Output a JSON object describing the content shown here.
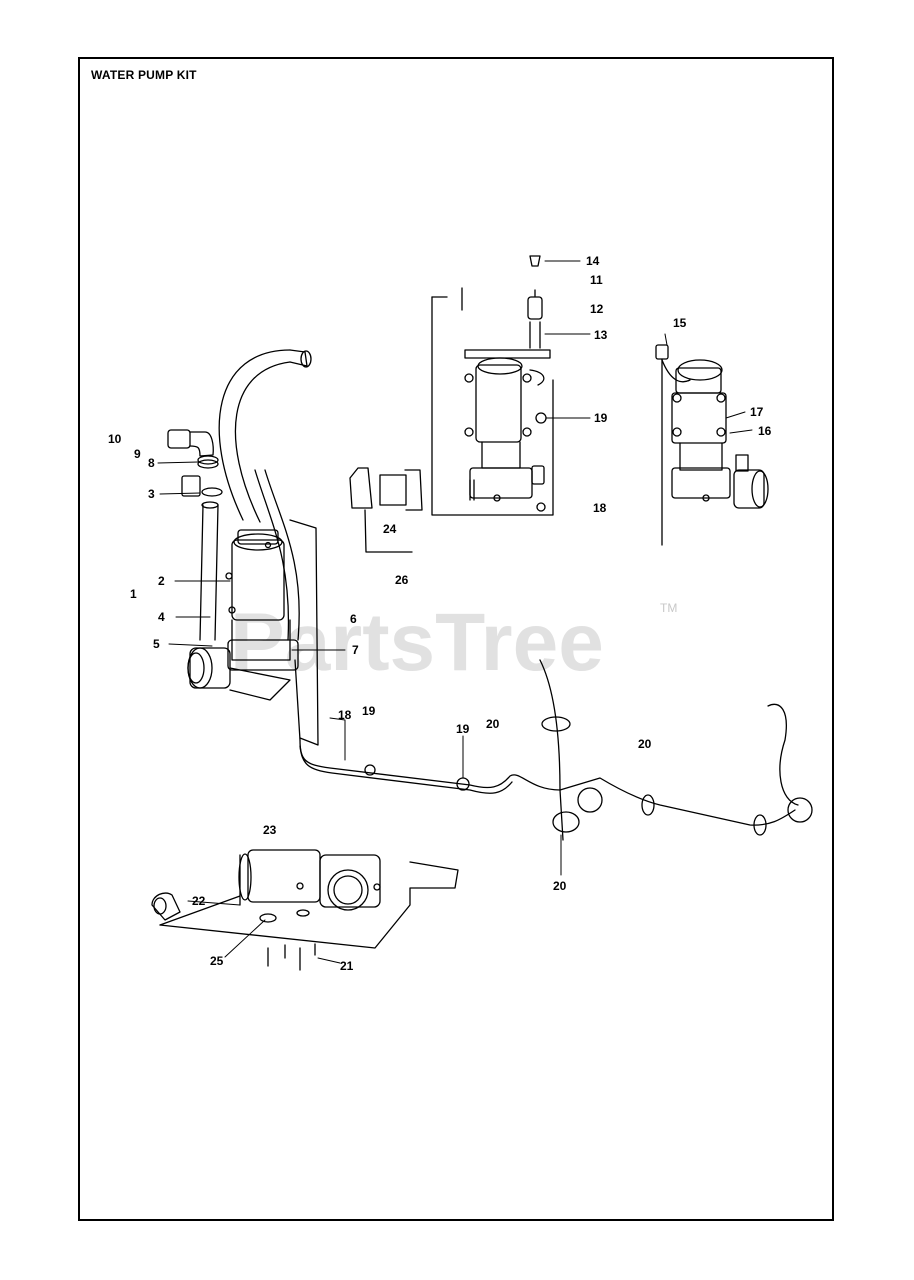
{
  "page": {
    "title": "WATER PUMP KIT"
  },
  "watermark": {
    "text": "PartsTree",
    "trademark": "TM",
    "color": "#c8c8c8"
  },
  "colors": {
    "line": "#000000",
    "background": "#ffffff"
  },
  "callouts": {
    "c1": "1",
    "c2": "2",
    "c3": "3",
    "c4": "4",
    "c5": "5",
    "c6": "6",
    "c7": "7",
    "c8": "8",
    "c9": "9",
    "c10": "10",
    "c11": "11",
    "c12": "12",
    "c13": "13",
    "c14": "14",
    "c15": "15",
    "c16": "16",
    "c17": "17",
    "c18a": "18",
    "c18b": "18",
    "c19a": "19",
    "c19b": "19",
    "c19c": "19",
    "c20a": "20",
    "c20b": "20",
    "c20c": "20",
    "c21": "21",
    "c22": "22",
    "c23": "23",
    "c24": "24",
    "c25": "25",
    "c26": "26"
  }
}
